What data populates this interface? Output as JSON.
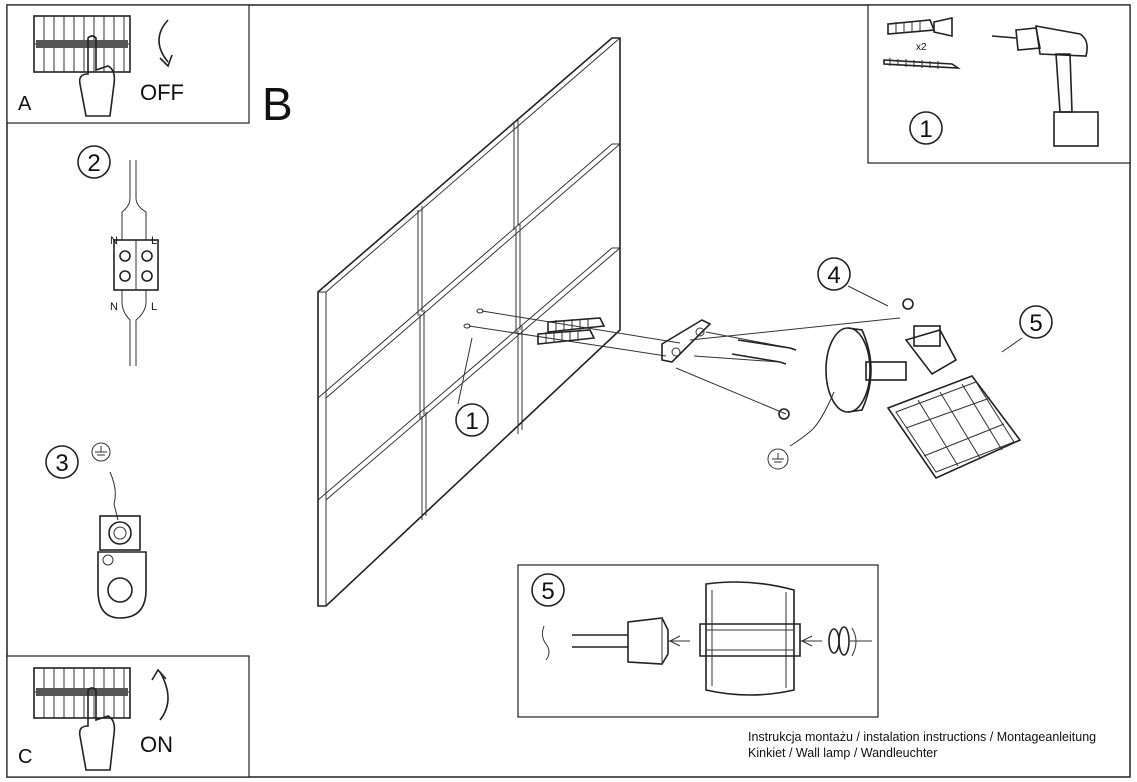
{
  "panels": {
    "a": {
      "letter": "A",
      "action": "OFF"
    },
    "b": {
      "letter": "B"
    },
    "c": {
      "letter": "C",
      "action": "ON"
    }
  },
  "steps": {
    "drill": "1",
    "wiring": "2",
    "ground": "3",
    "wall_screws": "1",
    "bracket": "4",
    "lamp": "5",
    "shade": "5"
  },
  "tools": {
    "multiplier": "x2"
  },
  "terminal_labels": {
    "neutral": "N",
    "live": "L"
  },
  "footer": {
    "line1": "Instrukcja montażu / instalation instructions / Montageanleitung",
    "line2": "Kinkiet / Wall lamp / Wandleuchter"
  }
}
